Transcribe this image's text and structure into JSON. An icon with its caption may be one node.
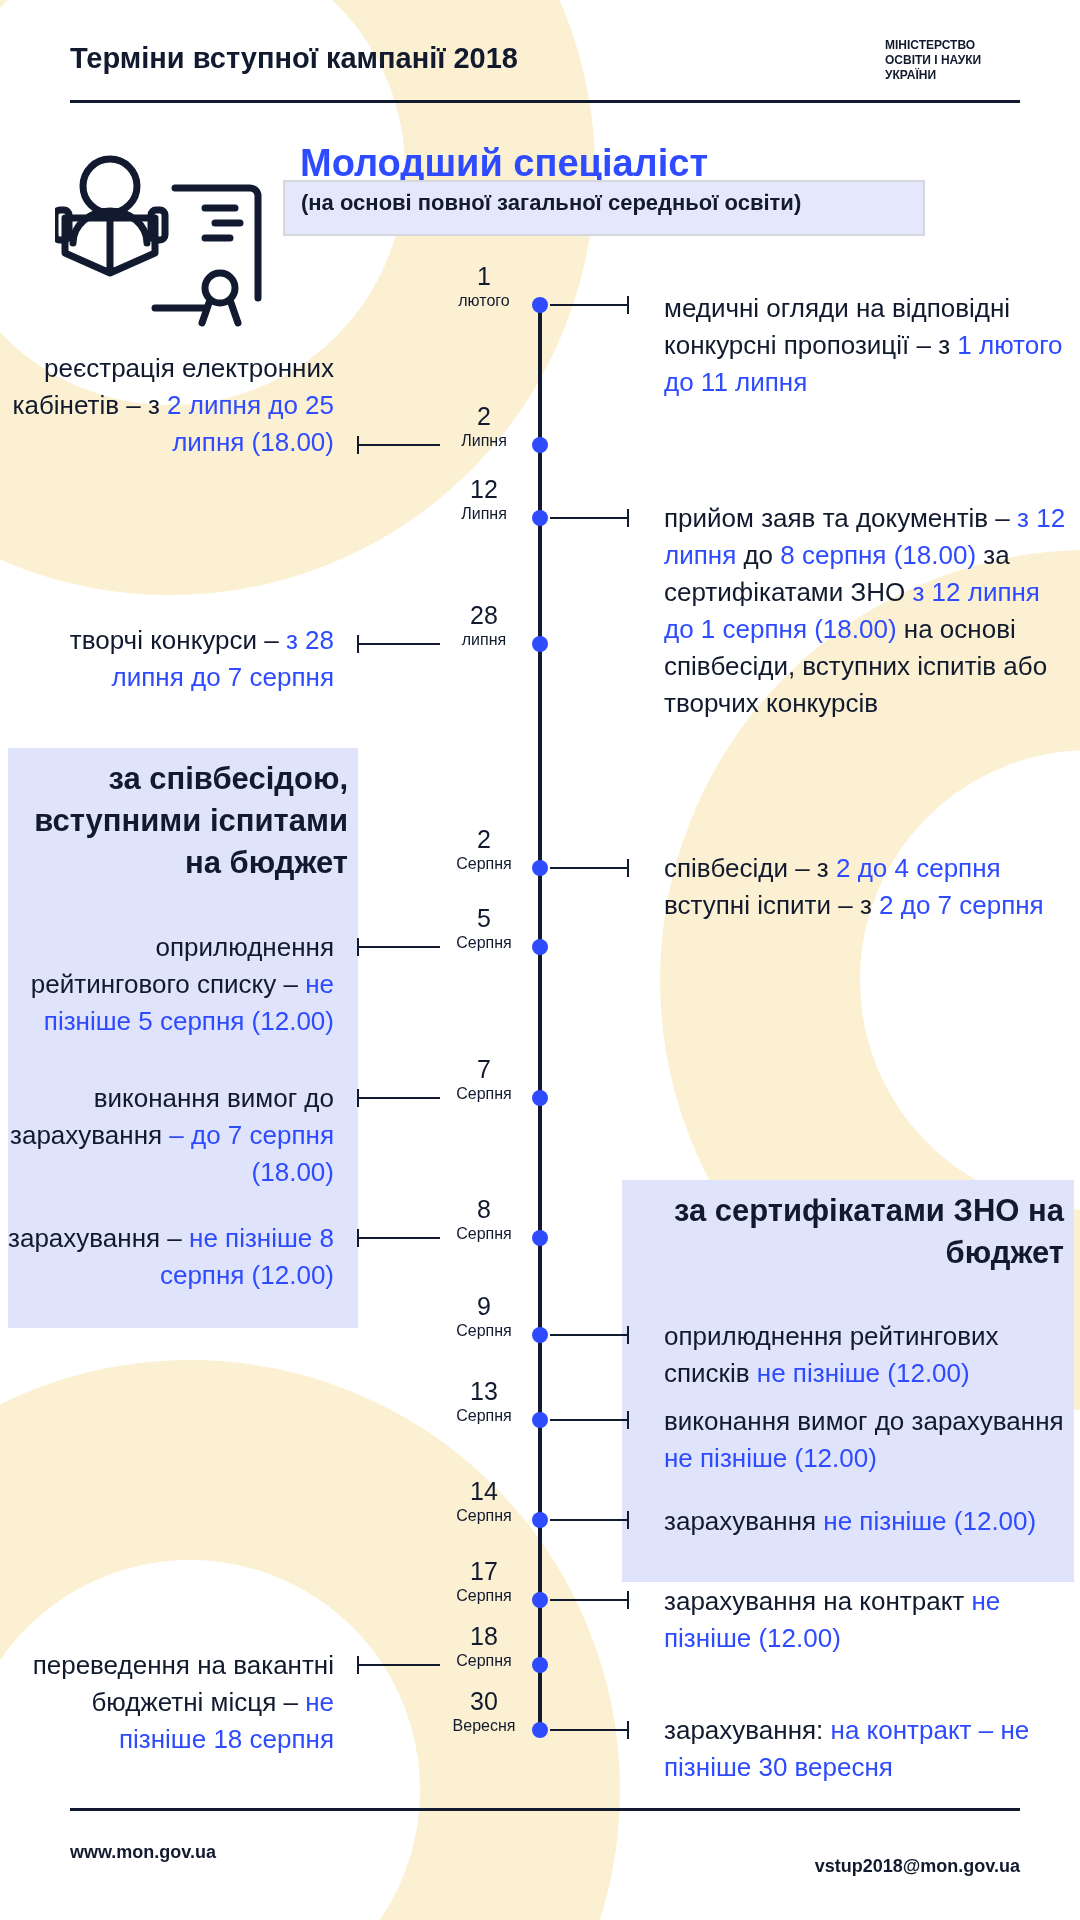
{
  "diagram": {
    "title": "Терміни вступної кампанії 2018",
    "nodes": [
      {
        "text": [
          "1",
          "лютого"
        ]
      },
      {
        "text": [
          "медичні огляди на відповідні конкурсні пропозиції – з",
          "1 лютого до 11 липня"
        ]
      },
      {
        "text": [
          "реєстрація електронних кабінетів – з",
          "2 липня до 25 липня (18.00)"
        ]
      },
      {
        "text": [
          "2",
          "Липня"
        ]
      },
      {
        "text": [
          "12",
          "Липня"
        ]
      },
      {
        "text": [
          "прийом заяв та документів –",
          "з 12 липня",
          "до",
          "8 серпня (18.00)",
          "за сертифікатами ЗНО",
          "з 12 липня до 1 серпня (18.00)",
          "на основі співбесіди, вступних іспитів або творчих конкурсів"
        ]
      },
      {
        "text": [
          "творчі конкурси –",
          "з 28 липня до 7 серпня"
        ]
      },
      {
        "text": [
          "28",
          "липня"
        ]
      },
      {
        "text": [
          "за співбесідою, вступними іспитами на бюджет"
        ]
      },
      {
        "text": [
          "2",
          "Серпня"
        ]
      },
      {
        "text": [
          "співбесіди – з",
          "2 до 4 серпня",
          "вступні іспити – з",
          "2 до 7 серпня"
        ]
      },
      {
        "text": [
          "оприлюднення рейтингового списку –",
          "не пізніше 5 серпня (12.00)"
        ],
        "in": 8
      },
      {
        "text": [
          "5",
          "Серпня"
        ]
      },
      {
        "text": [
          "виконання вимог до зарахування",
          "– до 7 серпня (18.00)"
        ],
        "in": 8
      },
      {
        "text": [
          "7",
          "Серпня"
        ]
      },
      {
        "text": [
          "зарахування –",
          "не пізніше 8 серпня (12.00)"
        ],
        "in": 8
      },
      {
        "text": [
          "8",
          "Серпня"
        ]
      },
      {
        "text": [
          "за сертифікатами ЗНО на бюджет"
        ]
      },
      {
        "text": [
          "9",
          "Серпня"
        ]
      },
      {
        "text": [
          "оприлюднення рейтингових списків",
          "не пізніше (12.00)"
        ],
        "in": 17
      },
      {
        "text": [
          "13",
          "Серпня"
        ]
      },
      {
        "text": [
          "виконання вимог до зарахування",
          "не пізніше (12.00)"
        ],
        "in": 17
      },
      {
        "text": [
          "14",
          "Серпня"
        ]
      },
      {
        "text": [
          "зарахування",
          "не пізніше (12.00)"
        ],
        "in": 17
      },
      {
        "text": [
          "17",
          "Серпня"
        ]
      },
      {
        "text": [
          "зарахування на контракт",
          "не пізніше (12.00)"
        ]
      },
      {
        "text": [
          "переведення на вакантні бюджетні місця –",
          "не пізніше 18 серпня"
        ]
      },
      {
        "text": [
          "18",
          "Серпня"
        ]
      },
      {
        "text": [
          "30",
          "Вересня"
        ]
      },
      {
        "text": [
          "зарахування:",
          "на контракт – не пізніше 30 вересня"
        ]
      }
    ],
    "edges": [
      {
        "from": 0,
        "to": 3,
        "arrow": "none"
      },
      {
        "from": 3,
        "to": 4,
        "arrow": "none"
      },
      {
        "from": 4,
        "to": 7,
        "arrow": "none"
      },
      {
        "from": 7,
        "to": 9,
        "arrow": "none"
      },
      {
        "from": 9,
        "to": 12,
        "arrow": "none"
      },
      {
        "from": 12,
        "to": 14,
        "arrow": "none"
      },
      {
        "from": 14,
        "to": 16,
        "arrow": "none"
      },
      {
        "from": 16,
        "to": 18,
        "arrow": "none"
      },
      {
        "from": 18,
        "to": 20,
        "arrow": "none"
      },
      {
        "from": 20,
        "to": 22,
        "arrow": "none"
      },
      {
        "from": 22,
        "to": 24,
        "arrow": "none"
      },
      {
        "from": 24,
        "to": 27,
        "arrow": "none"
      },
      {
        "from": 27,
        "to": 28,
        "arrow": "none"
      },
      {
        "from": 0,
        "to": 1,
        "arrow": "other"
      },
      {
        "from": 3,
        "to": 2,
        "arrow": "other"
      },
      {
        "from": 4,
        "to": 5,
        "arrow": "other"
      },
      {
        "from": 7,
        "to": 6,
        "arrow": "other"
      },
      {
        "from": 9,
        "to": 10,
        "arrow": "other"
      },
      {
        "from": 12,
        "to": 11,
        "arrow": "other"
      },
      {
        "from": 14,
        "to": 13,
        "arrow": "other"
      },
      {
        "from": 16,
        "to": 15,
        "arrow": "other"
      },
      {
        "from": 18,
        "to": 19,
        "arrow": "other"
      },
      {
        "from": 20,
        "to": 21,
        "arrow": "other"
      },
      {
        "from": 22,
        "to": 23,
        "arrow": "other"
      },
      {
        "from": 24,
        "to": 25,
        "arrow": "other"
      },
      {
        "from": 27,
        "to": 26,
        "arrow": "other"
      },
      {
        "from": 28,
        "to": 29,
        "arrow": "other"
      }
    ],
    "labels": [
      "Молодший спеціаліст",
      "(на основі повної загальної середньої освіти)",
      "МІНІСТЕРСТВО ОСВІТИ І НАУКИ УКРАЇНИ",
      "www.mon.gov.ua",
      "vstup2018@mon.gov.ua"
    ]
  }
}
